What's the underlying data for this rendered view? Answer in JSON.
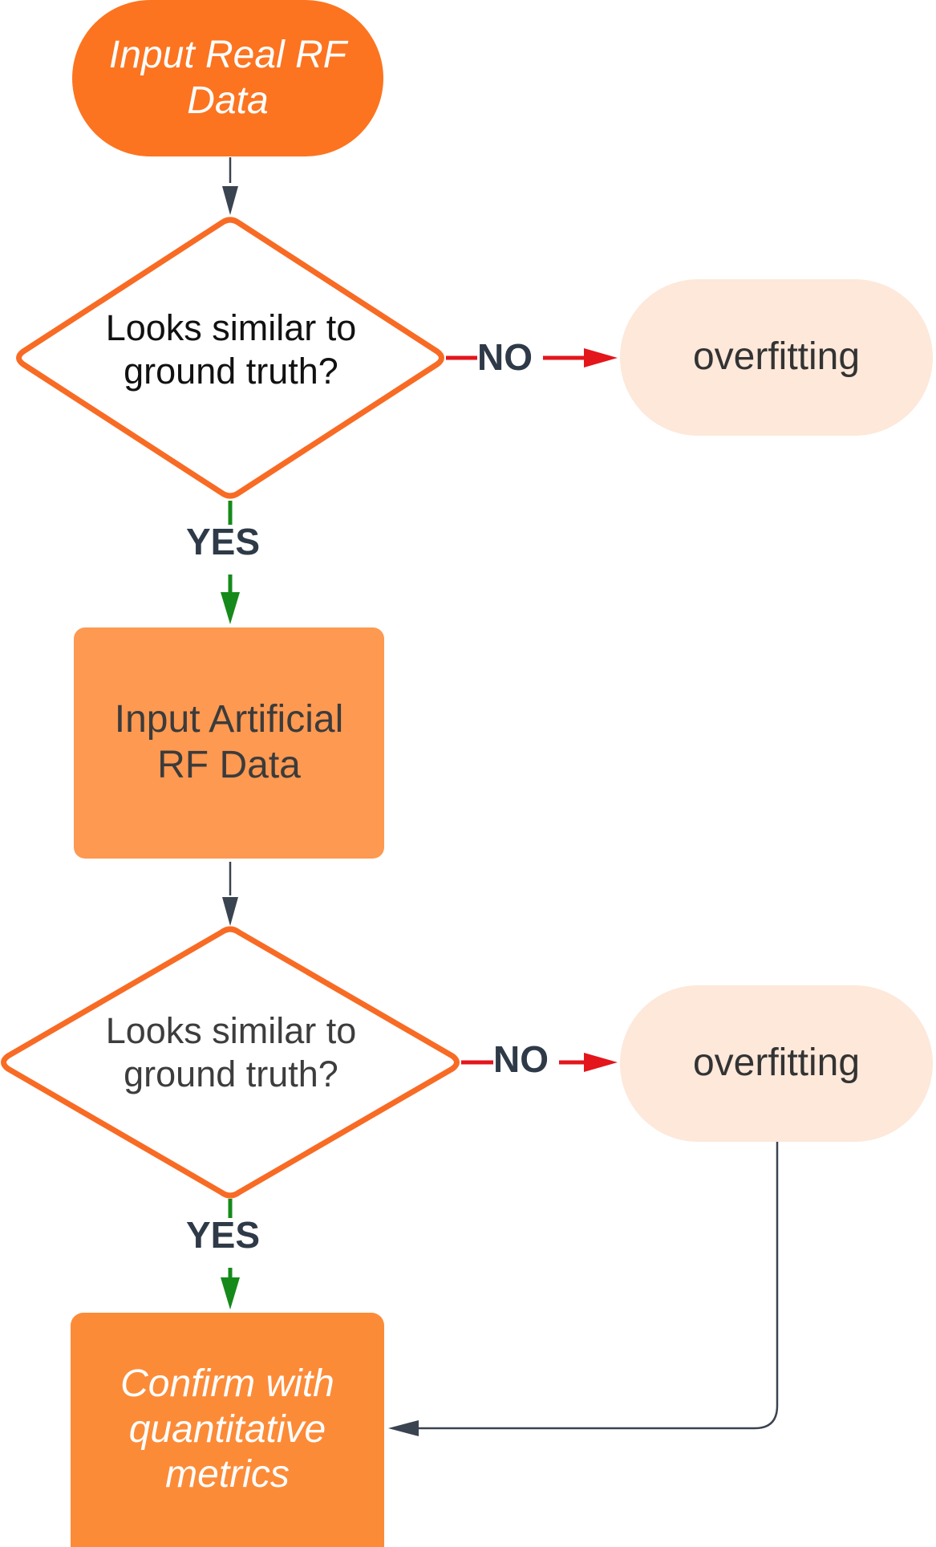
{
  "colors": {
    "start_fill": "#fc7420",
    "process_fill": "#fd9951",
    "process2_fill": "#fc8b38",
    "terminal_fill": "#fde8da",
    "diamond_stroke": "#f86b24",
    "arrow_dark": "#3a4350",
    "arrow_red": "#e3161b",
    "arrow_green": "#158a1a"
  },
  "nodes": {
    "start": {
      "line1": "Input Real RF",
      "line2": "Data"
    },
    "decision1": {
      "line1": "Looks similar to",
      "line2": "ground truth?"
    },
    "overfit1": {
      "label": "overfitting"
    },
    "process1": {
      "line1": "Input Artificial",
      "line2": "RF Data"
    },
    "decision2": {
      "line1": "Looks similar to",
      "line2": "ground truth?"
    },
    "overfit2": {
      "label": "overfitting"
    },
    "confirm": {
      "line1": "Confirm with",
      "line2": "quantitative",
      "line3": "metrics"
    }
  },
  "edges": {
    "yes1": "YES",
    "no1": "NO",
    "yes2": "YES",
    "no2": "NO"
  }
}
